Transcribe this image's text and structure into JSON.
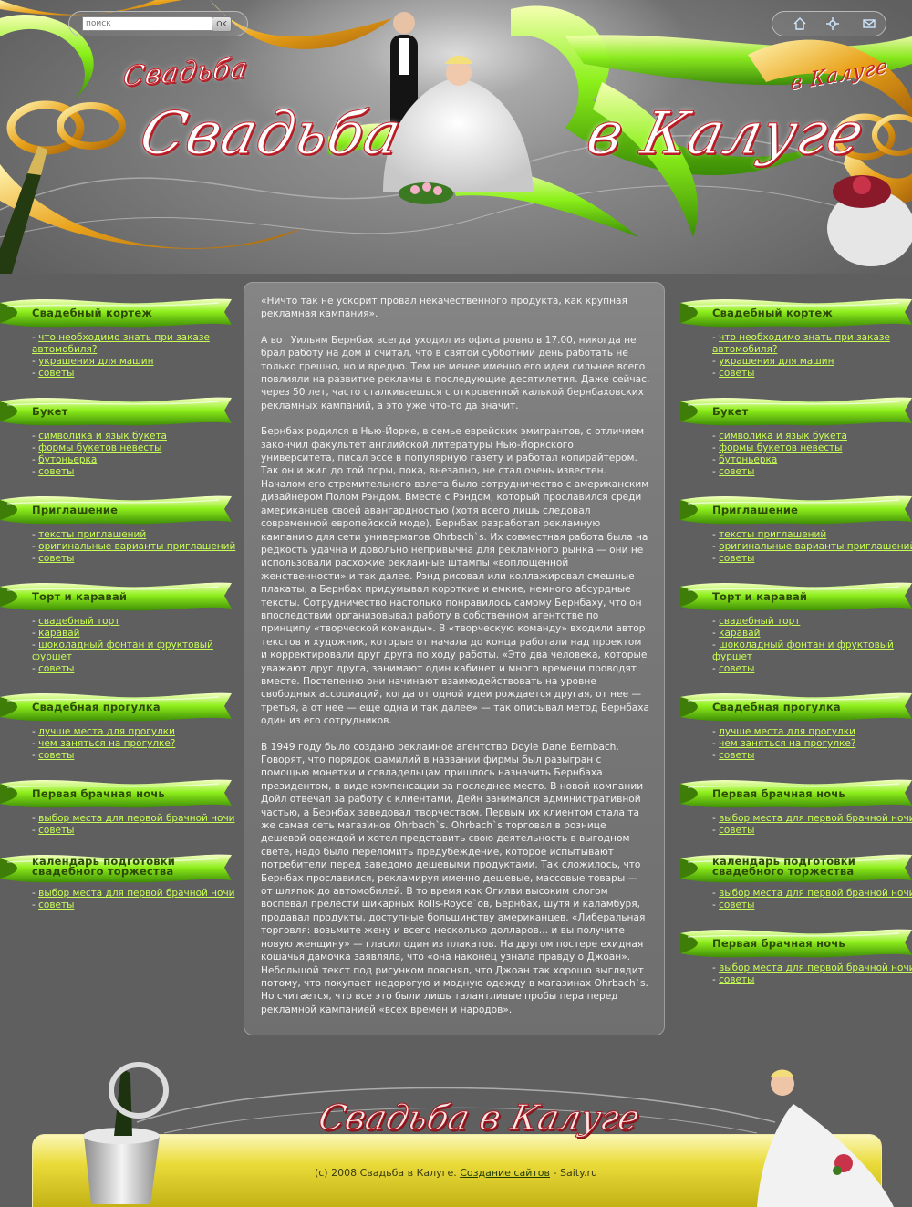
{
  "header": {
    "search_placeholder": "поиск",
    "search_button": "OK",
    "logo_small_left": "Свадьба",
    "logo_left": "Свадьба",
    "logo_right": "в Калуге",
    "logo_small_right": "в Калуге",
    "icons": [
      "home-icon",
      "sitemap-icon",
      "mail-icon"
    ]
  },
  "sidebar_left": [
    {
      "title": "Свадебный кортеж",
      "links": [
        "что необходимо знать при заказе автомобиля?",
        "украшения для машин",
        "советы"
      ]
    },
    {
      "title": "Букет",
      "links": [
        "символика и язык букета",
        "формы букетов невесты",
        "бутоньерка",
        "советы"
      ]
    },
    {
      "title": "Приглашение",
      "links": [
        "тексты приглашений",
        "оригинальные варианты приглашений",
        "советы"
      ]
    },
    {
      "title": "Торт и каравай",
      "links": [
        "свадебный торт",
        "каравай",
        "шоколадный фонтан и фруктовый фуршет",
        "советы"
      ]
    },
    {
      "title": "Свадебная прогулка",
      "links": [
        "лучше места для прогулки",
        "чем заняться на прогулке?",
        "советы"
      ]
    },
    {
      "title": "Первая брачная ночь",
      "links": [
        "выбор места для первой брачной ночи",
        "советы"
      ]
    },
    {
      "title": "календарь подготовки свадебного торжества",
      "links": [
        "выбор места для первой брачной ночи",
        "советы"
      ]
    }
  ],
  "sidebar_right": [
    {
      "title": "Свадебный кортеж",
      "links": [
        "что необходимо знать при заказе автомобиля?",
        "украшения для машин",
        "советы"
      ]
    },
    {
      "title": "Букет",
      "links": [
        "символика и язык букета",
        "формы букетов невесты",
        "бутоньерка",
        "советы"
      ]
    },
    {
      "title": "Приглашение",
      "links": [
        "тексты приглашений",
        "оригинальные варианты приглашений",
        "советы"
      ]
    },
    {
      "title": "Торт и каравай",
      "links": [
        "свадебный торт",
        "каравай",
        "шоколадный фонтан и фруктовый фуршет",
        "советы"
      ]
    },
    {
      "title": "Свадебная прогулка",
      "links": [
        "лучше места для прогулки",
        "чем заняться на прогулке?",
        "советы"
      ]
    },
    {
      "title": "Первая брачная ночь",
      "links": [
        "выбор места для первой брачной ночи",
        "советы"
      ]
    },
    {
      "title": "календарь подготовки свадебного торжества",
      "links": [
        "выбор места для первой брачной ночи",
        "советы"
      ]
    },
    {
      "title": "Первая брачная ночь",
      "links": [
        "выбор места для первой брачной ночи",
        "советы"
      ]
    }
  ],
  "content": {
    "paragraphs": [
      "«Ничто так не ускорит провал некачественного продукта, как крупная рекламная кампания».",
      "А вот Уильям Бернбах всегда уходил из офиса ровно в 17.00, никогда не брал работу на дом и считал, что в святой субботний день работать не только грешно, но и вредно. Тем не менее именно его идеи сильнее всего повлияли на развитие рекламы в последующие десятилетия. Даже сейчас, через 50 лет, часто сталкиваешься с откровенной калькой бернбаховских рекламных кампаний, а это уже что-то да значит.",
      "Бернбах родился в Нью-Йорке, в семье еврейских эмигрантов, с отличием закончил факультет английской литературы Нью-Йоркского университета, писал эссе в популярную газету и работал копирайтером. Так он и жил до той поры, пока, внезапно, не стал очень известен. Началом его стремительного взлета было сотрудничество с американским дизайнером Полом Рэндом. Вместе с Рэндом, который прославился среди американцев своей авангардностью (хотя всего лишь следовал современной европейской моде), Бернбах разработал рекламную кампанию для сети универмагов Ohrbach`s. Их совместная работа была на редкость удачна и довольно непривычна для рекламного рынка — они не использовали расхожие рекламные штампы «воплощенной женственности» и так далее. Рэнд рисовал или коллажировал смешные плакаты, а Бернбах придумывал короткие и емкие, немного абсурдные тексты. Сотрудничество настолько понравилось самому Бернбаху, что он впоследствии организовывал работу в собственном агентстве по принципу «творческой команды». В «творческую команду» входили автор текстов и художник, которые от начала до конца работали над проектом и корректировали друг друга по ходу работы. «Это два человека, которые уважают друг друга, занимают один кабинет и много времени проводят вместе. Постепенно они начинают взаимодействовать на уровне свободных ассоциаций, когда от одной идеи рождается другая, от нее — третья, а от нее — еще одна и так далее» — так описывал метод Бернбаха один из его сотрудников.",
      "В 1949 году было создано рекламное агентство Doyle Dane Bernbach. Говорят, что порядок фамилий в названии фирмы был разыгран с помощью монетки и совладельцам пришлось назначить Бернбаха президентом, в виде компенсации за последнее место. В новой компании Дойл отвечал за работу с клиентами, Дейн занимался административной частью, а Бернбах заведовал творчеством. Первым их клиентом стала та же самая сеть магазинов Ohrbach`s. Ohrbach`s торговал в рознице дешевой одеждой и хотел представить свою деятельность в выгодном свете, надо было переломить предубеждение, которое испытывают потребители перед заведомо дешевыми продуктами. Так сложилось, что Бернбах прославился, рекламируя именно дешевые, массовые товары — от шляпок до автомобилей. В то время как Огилви высоким слогом воспевал прелести шикарных Rolls-Royce`ов, Бернбах, шутя и каламбуря, продавал продукты, доступные большинству американцев. «Либеральная торговля: возьмите жену и всего несколько долларов... и вы получите новую женщину» — гласил один из плакатов. На другом постере ехидная кошачья дамочка заявляла, что «она наконец узнала правду о Джоан». Небольшой текст под рисунком пояснял, что Джоан так хорошо выглядит потому, что покупает недорогую и модную одежду в магазинах Ohrbach`s. Но считается, что все это были лишь талантливые пробы пера перед рекламной кампанией «всех времен и народов»."
    ]
  },
  "footer": {
    "script_title": "Свадьба в Калуге",
    "copyright": "(с) 2008 Свадьба в Калуге.",
    "link_label": "Создание сайтов",
    "separator": "-",
    "brand": "Saity.ru"
  },
  "colors": {
    "link": "#c8ff56",
    "ribbon_green": "#7ee81a",
    "ribbon_title": "#2d4a08",
    "logo_red": "#c4212a",
    "footer_yellow": "#eadb3a"
  }
}
